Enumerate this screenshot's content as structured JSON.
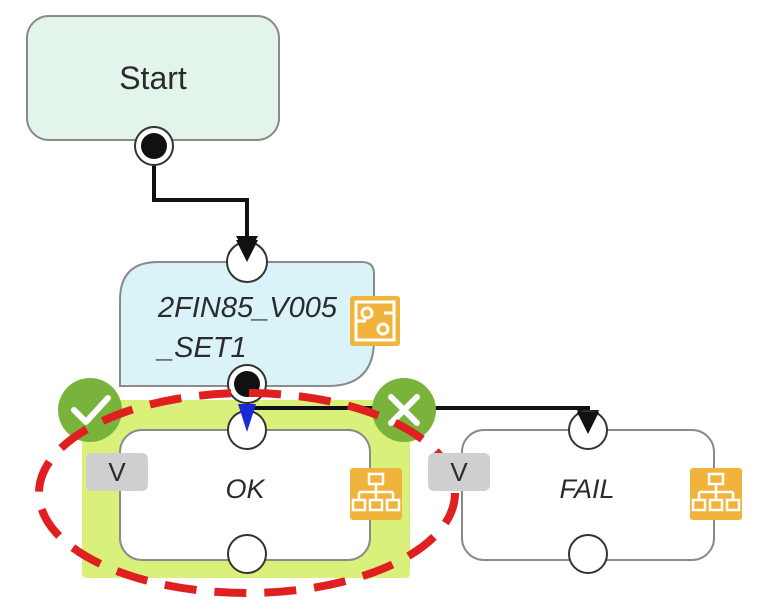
{
  "nodes": {
    "start": {
      "label": "Start"
    },
    "step": {
      "label_line1": "2FIN85_V005",
      "label_line2": "_SET1"
    },
    "ok": {
      "label": "OK",
      "badge": "V"
    },
    "fail": {
      "label": "FAIL",
      "badge": "V"
    }
  },
  "colors": {
    "start_fill": "#e3f5ea",
    "step_fill": "#d9f3f9",
    "ok_highlight": "#d9f07a",
    "green_marker": "#7ab33c",
    "icon_orange": "#f0b43c",
    "highlight_dash": "#e02020",
    "connector": "#111111",
    "blue_arrow": "#1a2bd6"
  },
  "icons": {
    "step": "process-settings-icon",
    "ok": "hierarchy-icon",
    "fail": "hierarchy-icon",
    "check": "check-icon",
    "close": "close-icon"
  }
}
